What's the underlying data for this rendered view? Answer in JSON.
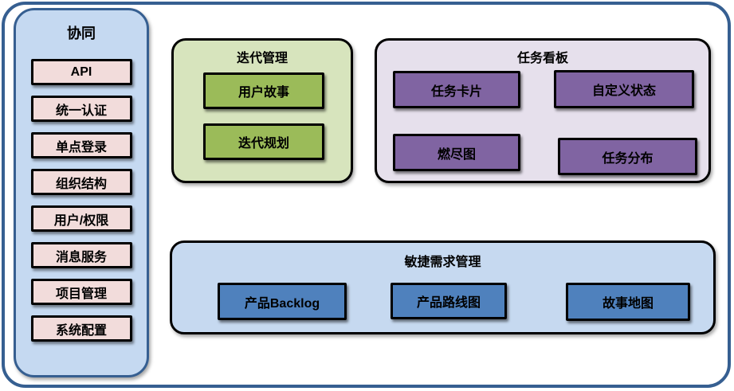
{
  "sidebar": {
    "title": "协同",
    "items": [
      "API",
      "统一认证",
      "单点登录",
      "组织结构",
      "用户/权限",
      "消息服务",
      "项目管理",
      "系统配置"
    ]
  },
  "groups": {
    "iteration": {
      "title": "迭代管理",
      "items": [
        "用户故事",
        "迭代规划"
      ]
    },
    "taskboard": {
      "title": "任务看板",
      "items": [
        "任务卡片",
        "自定义状态",
        "燃尽图",
        "任务分布"
      ]
    },
    "requirements": {
      "title": "敏捷需求管理",
      "items": [
        "产品Backlog",
        "产品路线图",
        "故事地图"
      ]
    }
  },
  "colors": {
    "frame_border": "#365f91",
    "sidebar_fill": "#c5d9f1",
    "sidebar_item_fill": "#f2dcdb",
    "iteration_fill": "#d7e4bd",
    "iteration_item_fill": "#9bbb59",
    "taskboard_fill": "#e6e0ec",
    "taskboard_item_fill": "#8064a2",
    "requirements_fill": "#c6d9f0",
    "requirements_item_fill": "#4f81bd",
    "node_border": "#000000",
    "text": "#000000"
  }
}
